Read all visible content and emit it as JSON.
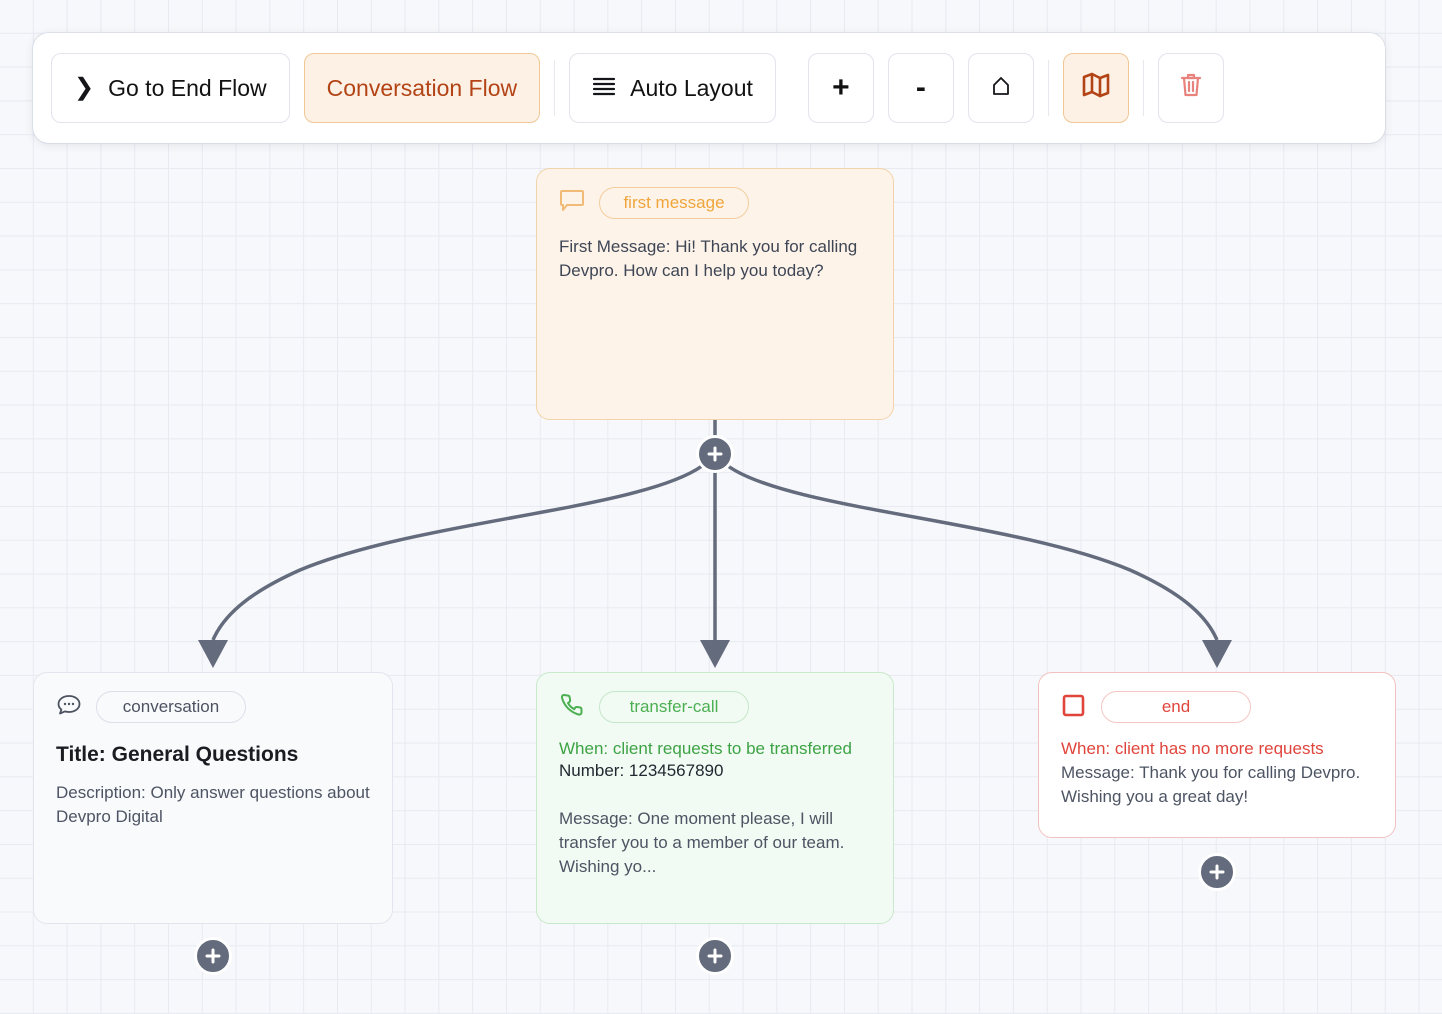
{
  "toolbar": {
    "back_label": "Go to End Flow",
    "back_icon": "chevron-right-icon",
    "flow_tab_label": "Conversation Flow",
    "auto_layout_label": "Auto Layout",
    "auto_layout_icon": "list-lines-icon",
    "zoom_in_label": "+",
    "zoom_out_label": "-",
    "home_icon": "home-icon",
    "minimap_icon": "map-icon",
    "delete_icon": "trash-icon",
    "accent_color": "#b34416",
    "accent_bg": "#fdf1e6",
    "accent_border": "#f0c795",
    "delete_color": "#e8827c"
  },
  "canvas": {
    "grid_color": "#e8eaf2",
    "background_color": "#f7f8fb",
    "edge_color": "#636b7d"
  },
  "nodes": {
    "first_message": {
      "chip": "first message",
      "icon": "speech-bubble-icon",
      "body": "First Message: Hi! Thank you for calling Devpro. How can I help you today?",
      "color": "#f0a53c",
      "bg": "#fdf3e8"
    },
    "conversation": {
      "chip": "conversation",
      "icon": "chat-dots-icon",
      "title": "Title: General Questions",
      "description": "Description: Only answer questions about Devpro Digital",
      "color": "#4c5260",
      "bg": "#f9fafc"
    },
    "transfer_call": {
      "chip": "transfer-call",
      "icon": "phone-icon",
      "when": "When: client requests to be transferred",
      "number": "Number: 1234567890",
      "message": "Message: One moment please, I will transfer you to a member of our team. Wishing yo...",
      "color": "#4caf52",
      "bg": "#f2fbf3"
    },
    "end": {
      "chip": "end",
      "icon": "stop-square-icon",
      "when": "When: client has no more requests",
      "message": "Message: Thank you for calling Devpro. Wishing you a great day!",
      "color": "#e0453c",
      "bg": "#ffffff"
    }
  },
  "handles": {
    "add_label": "+"
  }
}
